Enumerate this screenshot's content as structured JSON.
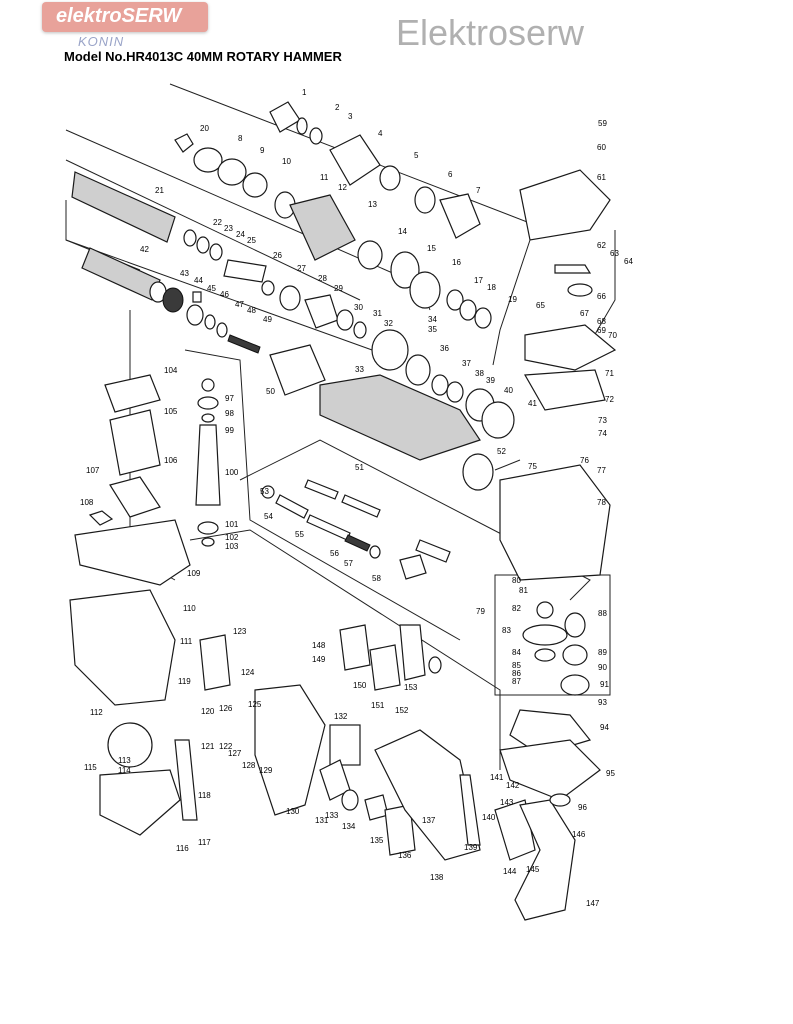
{
  "logo": {
    "main": "elektroSERW",
    "sub": "KONIN"
  },
  "watermark": "Elektroserw",
  "title": "Model No.HR4013C 40MM ROTARY HAMMER",
  "colors": {
    "logo_bg": "#e8a29a",
    "logo_sub": "#9aa4c8",
    "watermark": "#b0b0b0"
  },
  "part_numbers": [
    "1",
    "2",
    "3",
    "4",
    "5",
    "6",
    "7",
    "8",
    "9",
    "10",
    "11",
    "12",
    "13",
    "14",
    "15",
    "16",
    "17",
    "18",
    "19",
    "20",
    "21",
    "22",
    "23",
    "24",
    "25",
    "26",
    "27",
    "28",
    "29",
    "30",
    "31",
    "32",
    "33",
    "34",
    "35",
    "36",
    "37",
    "38",
    "39",
    "40",
    "41",
    "42",
    "43",
    "44",
    "45",
    "46",
    "47",
    "48",
    "49",
    "50",
    "51",
    "52",
    "53",
    "54",
    "55",
    "56",
    "57",
    "58",
    "59",
    "60",
    "61",
    "62",
    "63",
    "64",
    "65",
    "66",
    "67",
    "68",
    "69",
    "70",
    "71",
    "72",
    "73",
    "74",
    "75",
    "76",
    "77",
    "78",
    "79",
    "80",
    "81",
    "82",
    "83",
    "84",
    "85",
    "86",
    "87",
    "88",
    "89",
    "90",
    "91",
    "93",
    "94",
    "95",
    "96",
    "97",
    "98",
    "99",
    "100",
    "101",
    "102",
    "103",
    "104",
    "105",
    "106",
    "107",
    "108",
    "109",
    "110",
    "111",
    "112",
    "113",
    "114",
    "115",
    "116",
    "117",
    "118",
    "119",
    "120",
    "121",
    "122",
    "123",
    "124",
    "125",
    "126",
    "127",
    "128",
    "129",
    "130",
    "131",
    "132",
    "133",
    "134",
    "135",
    "136",
    "137",
    "138",
    "139",
    "140",
    "141",
    "142",
    "143",
    "144",
    "145",
    "146",
    "147",
    "148",
    "149",
    "150",
    "151",
    "152",
    "153"
  ]
}
